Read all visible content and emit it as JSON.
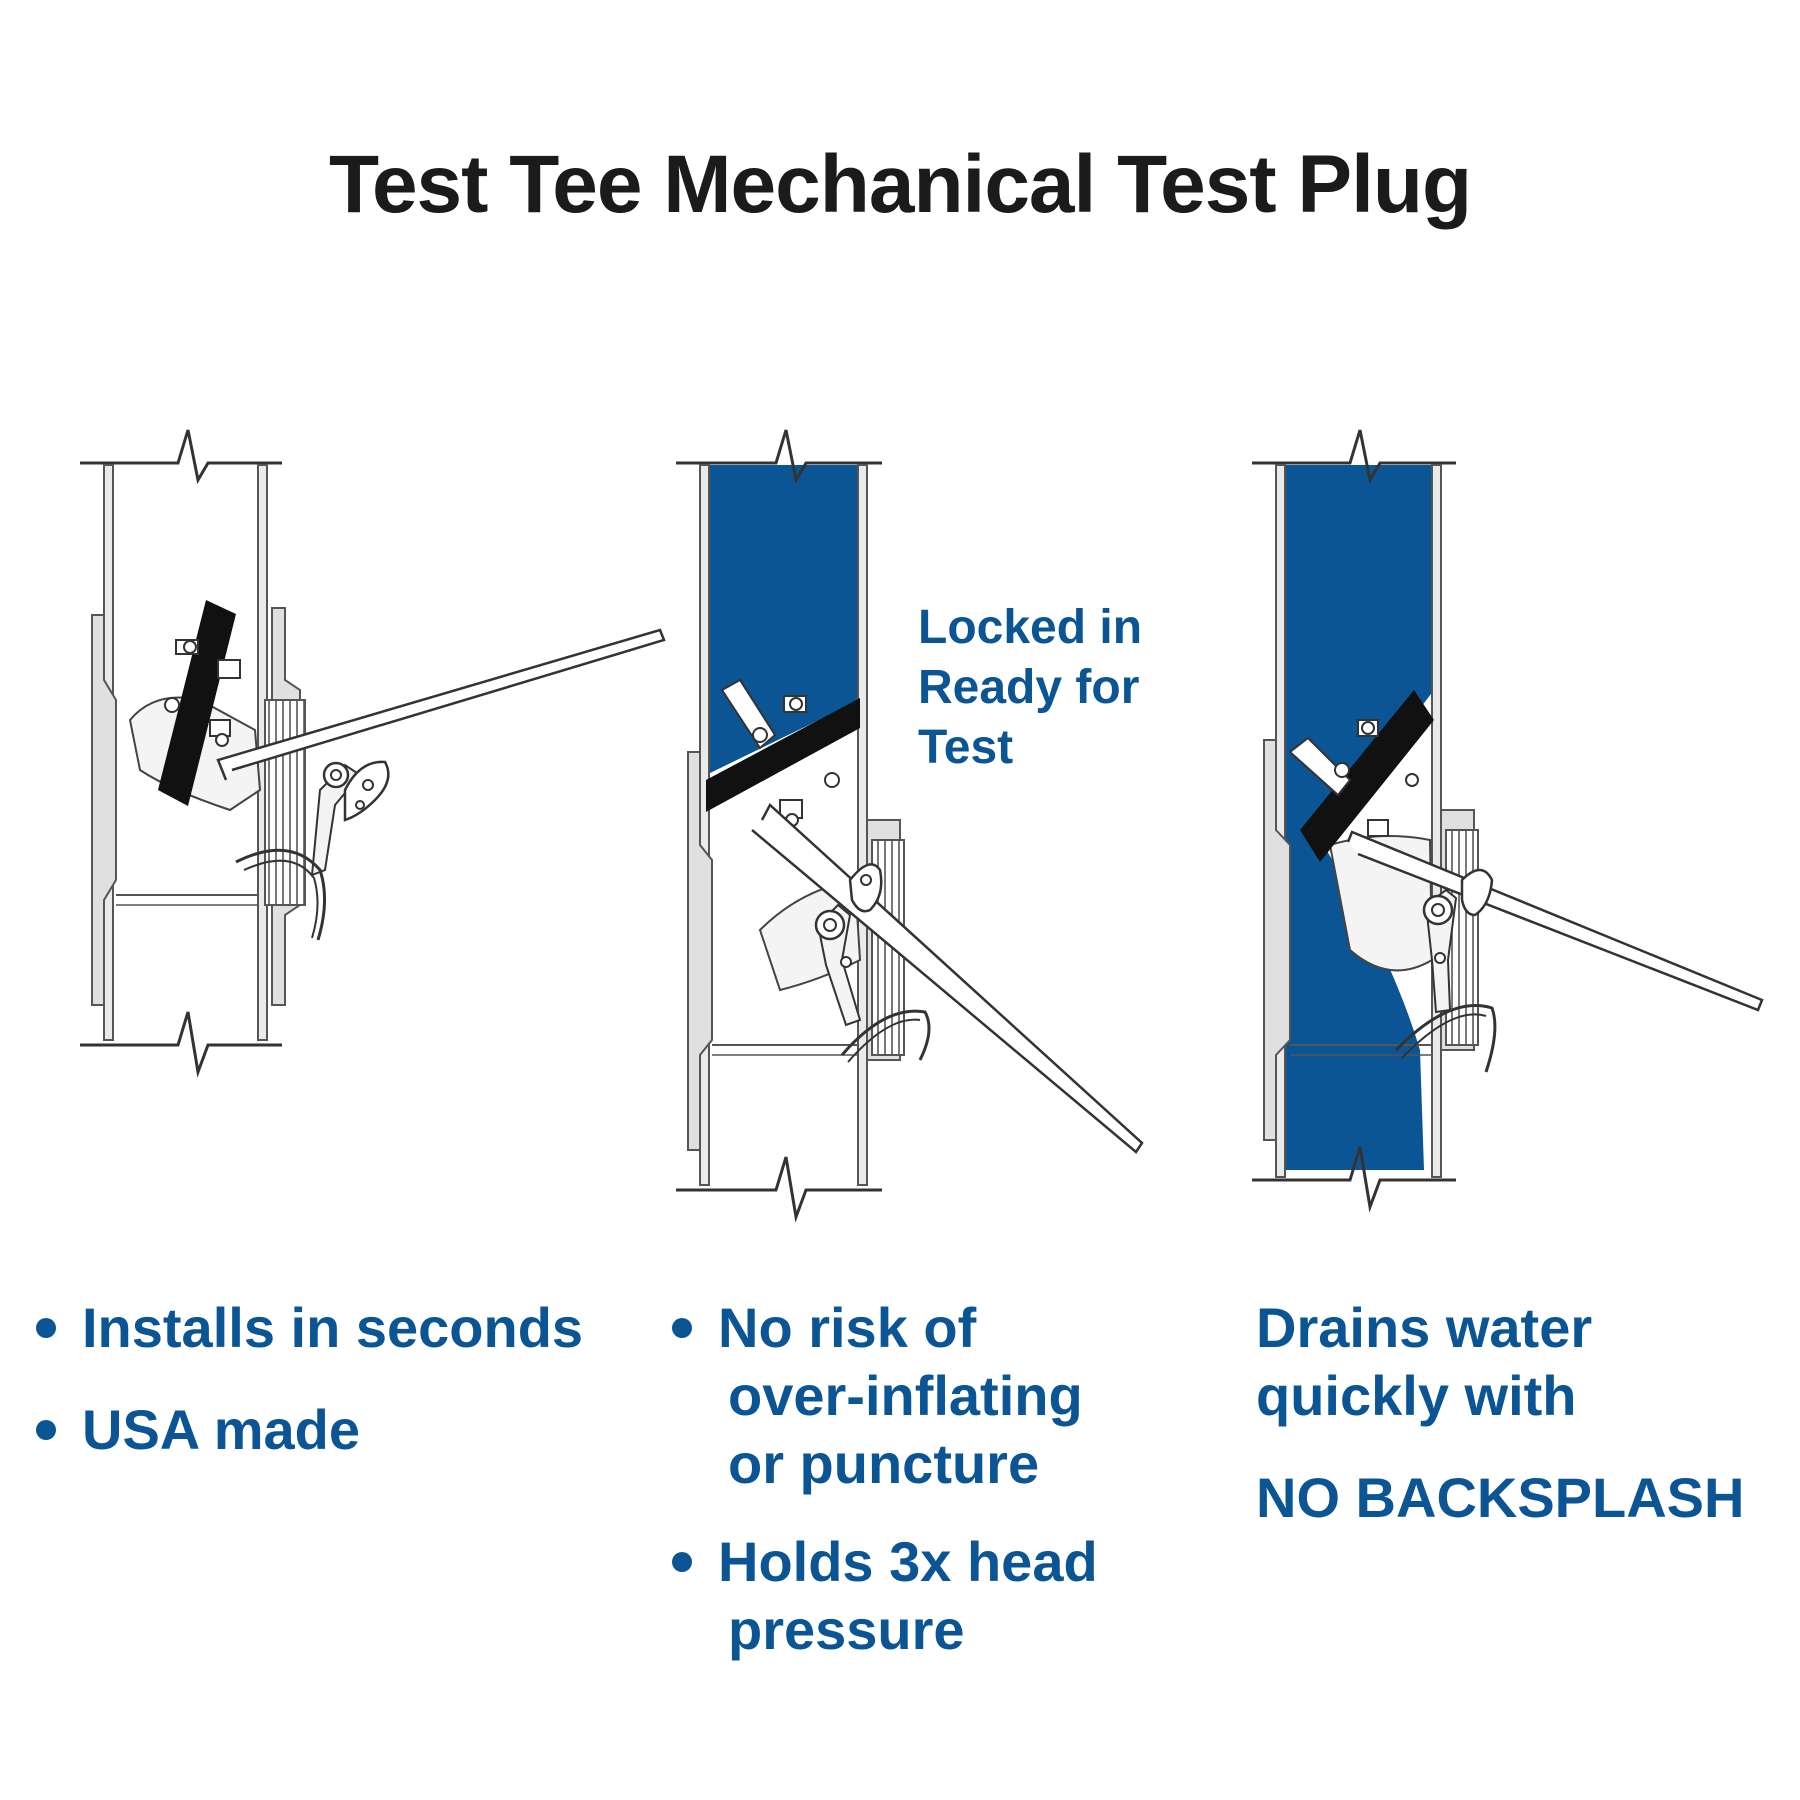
{
  "title": "Test Tee Mechanical Test Plug",
  "colors": {
    "water": "#0b5594",
    "text_blue": "#0b5594",
    "title": "#1b1b1b",
    "seal": "#111111",
    "outline": "#4a4a4a",
    "pipe_wall": "#e6e6e6"
  },
  "panels": [
    {
      "state": "installing",
      "bullets": [
        {
          "lines": [
            "Installs in seconds"
          ]
        },
        {
          "lines": [
            "USA made"
          ]
        }
      ]
    },
    {
      "state": "locked",
      "caption": [
        "Locked in",
        "Ready for",
        "Test"
      ],
      "bullets": [
        {
          "lines": [
            "No risk of",
            "over-inflating",
            "or puncture"
          ]
        },
        {
          "lines": [
            "Holds 3x head",
            "pressure"
          ]
        }
      ]
    },
    {
      "state": "draining",
      "text_lines": [
        "Drains water",
        "quickly with"
      ],
      "emphasis": "NO BACKSPLASH"
    }
  ]
}
